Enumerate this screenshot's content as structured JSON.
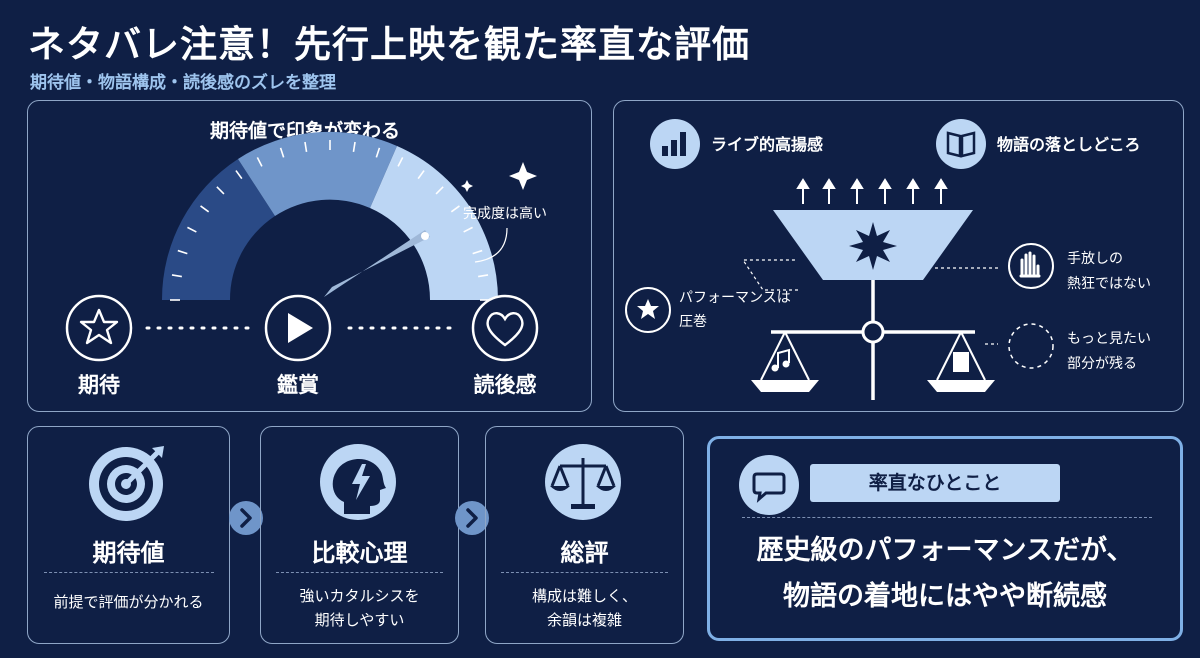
{
  "header": {
    "title": "ネタバレ注意！先行上映を観た率直な評価",
    "subtitle": "期待値・物語構成・読後感のズレを整理"
  },
  "gauge_panel": {
    "title": "期待値で印象が変わる",
    "callout": "完成度は高い",
    "steps": [
      {
        "label": "期待",
        "icon": "star-icon"
      },
      {
        "label": "鑑賞",
        "icon": "play-icon"
      },
      {
        "label": "読後感",
        "icon": "heart-icon"
      }
    ]
  },
  "balance_panel": {
    "top_left": {
      "label": "ライブ的高揚感",
      "icon": "bar-chart-icon"
    },
    "top_right": {
      "label": "物語の落としどころ",
      "icon": "book-icon"
    },
    "left_note": {
      "line1": "パフォーマンスは",
      "line2": "圧巻",
      "icon": "star-icon"
    },
    "right_note_1": {
      "line1": "手放しの",
      "line2": "熱狂ではない",
      "icon": "hand-icon"
    },
    "right_note_2": {
      "line1": "もっと見たい",
      "line2": "部分が残る",
      "icon": "empty-circle-icon"
    },
    "left_pan_icon": "music-note-icon",
    "right_pan_icon": "document-icon"
  },
  "cards": [
    {
      "title": "期待値",
      "desc_line1": "前提で評価が分かれる",
      "desc_line2": "",
      "icon": "target-icon"
    },
    {
      "title": "比較心理",
      "desc_line1": "強いカタルシスを",
      "desc_line2": "期待しやすい",
      "icon": "head-lightning-icon"
    },
    {
      "title": "総評",
      "desc_line1": "構成は難しく、",
      "desc_line2": "余韻は複雑",
      "icon": "scales-icon"
    }
  ],
  "summary": {
    "tag": "率直なひとこと",
    "line1": "歴史級のパフォーマンスだが、",
    "line2": "物語の着地にはやや断続感",
    "icon": "speech-bubble-icon"
  },
  "colors": {
    "background": "#0f1f45",
    "light_blue": "#bcd6f4",
    "mid_blue": "#7fa9dc",
    "dark_blue": "#2a4a86"
  }
}
